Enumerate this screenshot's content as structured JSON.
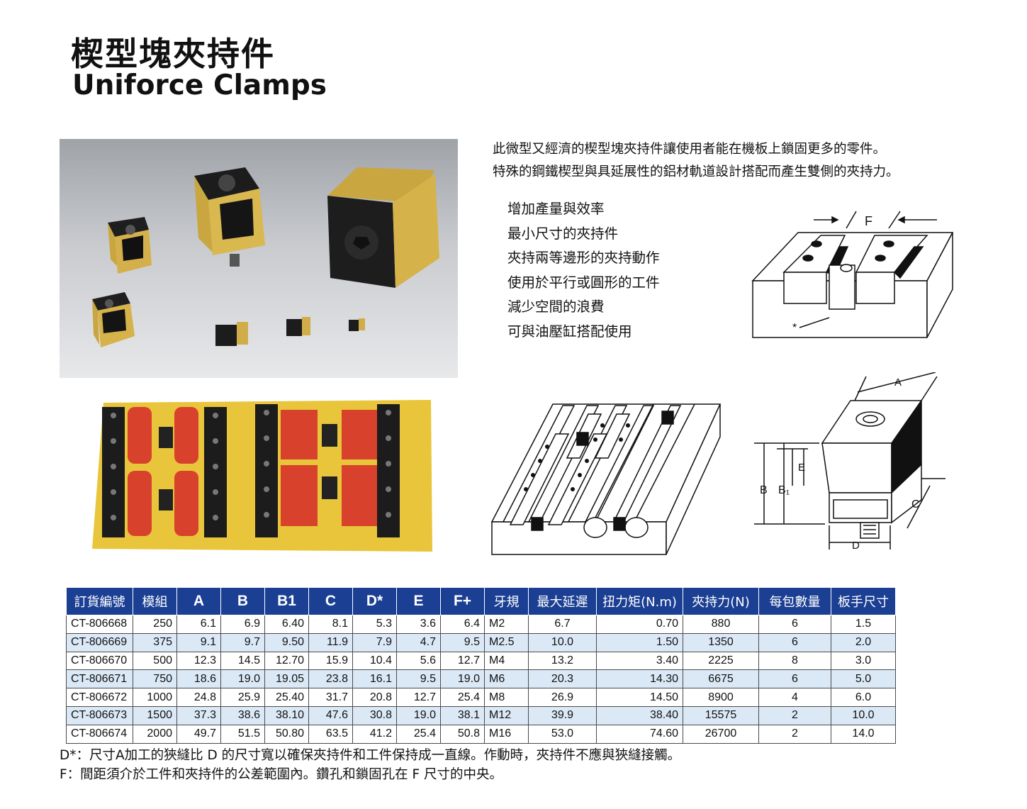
{
  "title": {
    "zh": "楔型塊夾持件",
    "en": "Uniforce Clamps"
  },
  "description": [
    "此微型又經濟的楔型塊夾持件讓使用者能在機板上鎖固更多的零件。",
    "特殊的鋼鐵楔型與具延展性的鋁材軌道設計搭配而產生雙側的夾持力。"
  ],
  "features": [
    "增加產量與效率",
    "最小尺寸的夾持件",
    "夾持兩等邊形的夾持動作",
    "使用於平行或圓形的工件",
    "減少空間的浪費",
    "可與油壓缸搭配使用"
  ],
  "diagram_labels": {
    "f": "F",
    "star": "*",
    "a": "A",
    "b": "B",
    "b1": "B₁",
    "c": "C",
    "d": "D",
    "e": "E"
  },
  "table": {
    "headers": [
      "訂貨編號",
      "模組",
      "A",
      "B",
      "B1",
      "C",
      "D*",
      "E",
      "F+",
      "牙規",
      "最大延遲",
      "扭力矩(N.m)",
      "夾持力(N)",
      "每包數量",
      "板手尺寸"
    ],
    "rows": [
      [
        "CT-806668",
        "250",
        "6.1",
        "6.9",
        "6.40",
        "8.1",
        "5.3",
        "3.6",
        "6.4",
        "M2",
        "6.7",
        "0.70",
        "880",
        "6",
        "1.5"
      ],
      [
        "CT-806669",
        "375",
        "9.1",
        "9.7",
        "9.50",
        "11.9",
        "7.9",
        "4.7",
        "9.5",
        "M2.5",
        "10.0",
        "1.50",
        "1350",
        "6",
        "2.0"
      ],
      [
        "CT-806670",
        "500",
        "12.3",
        "14.5",
        "12.70",
        "15.9",
        "10.4",
        "5.6",
        "12.7",
        "M4",
        "13.2",
        "3.40",
        "2225",
        "8",
        "3.0"
      ],
      [
        "CT-806671",
        "750",
        "18.6",
        "19.0",
        "19.05",
        "23.8",
        "16.1",
        "9.5",
        "19.0",
        "M6",
        "20.3",
        "14.30",
        "6675",
        "6",
        "5.0"
      ],
      [
        "CT-806672",
        "1000",
        "24.8",
        "25.9",
        "25.40",
        "31.7",
        "20.8",
        "12.7",
        "25.4",
        "M8",
        "26.9",
        "14.50",
        "8900",
        "4",
        "6.0"
      ],
      [
        "CT-806673",
        "1500",
        "37.3",
        "38.6",
        "38.10",
        "47.6",
        "30.8",
        "19.0",
        "38.1",
        "M12",
        "39.9",
        "38.40",
        "15575",
        "2",
        "10.0"
      ],
      [
        "CT-806674",
        "2000",
        "49.7",
        "51.5",
        "50.80",
        "63.5",
        "41.2",
        "25.4",
        "50.8",
        "M16",
        "53.0",
        "74.60",
        "26700",
        "2",
        "14.0"
      ]
    ]
  },
  "notes": [
    "D*：尺寸A加工的狹縫比 D 的尺寸寬以確保夾持件和工件保持成一直線。作動時，夾持件不應與狹縫接觸。",
    "F：間距須介於工件和夾持件的公差範圍內。鑽孔和鎖固孔在 F 尺寸的中央。"
  ],
  "colors": {
    "header_bg": "#1b3f93",
    "alt_row_bg": "#dbe9f6",
    "brass": "#c9a640",
    "plate": "#e8c53a",
    "red_part": "#d8412c"
  }
}
